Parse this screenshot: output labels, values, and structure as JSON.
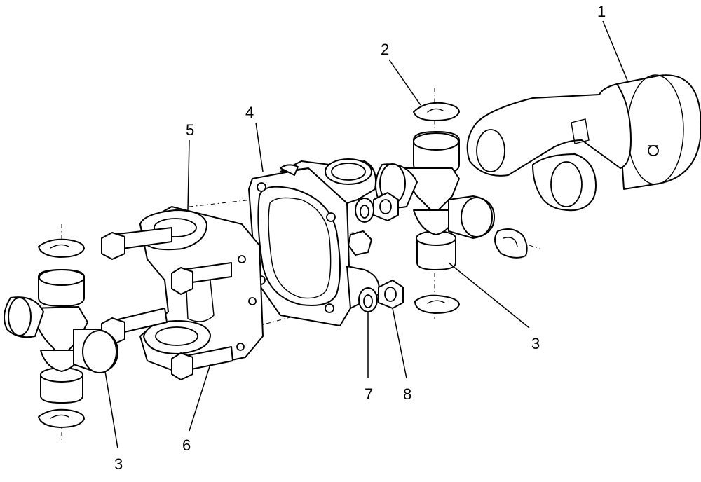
{
  "callouts": {
    "c1": "1",
    "c2": "2",
    "c3_right": "3",
    "c3_left": "3",
    "c4": "4",
    "c5": "5",
    "c6": "6",
    "c7": "7",
    "c8": "8"
  },
  "colors": {
    "line": "#000000",
    "background": "#ffffff"
  }
}
